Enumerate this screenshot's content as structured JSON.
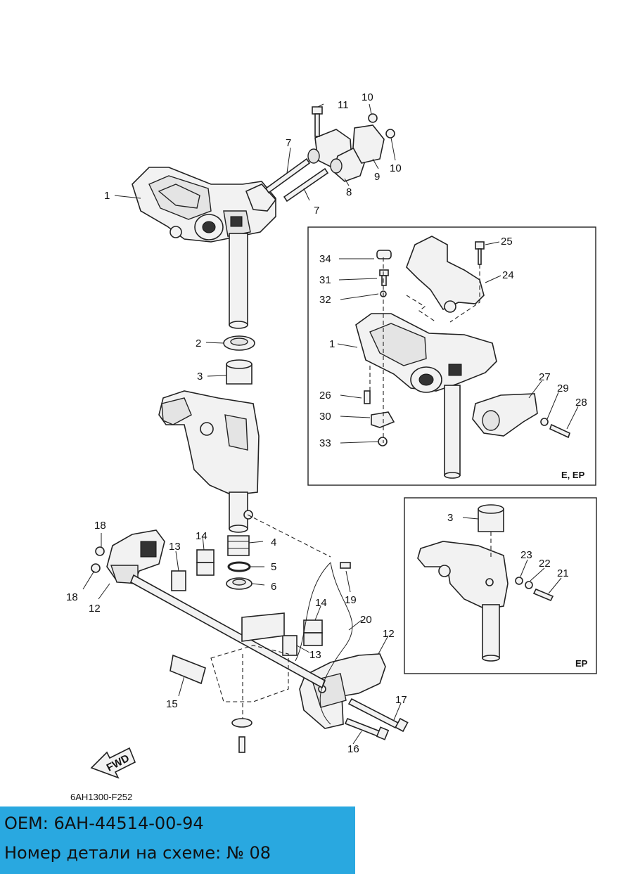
{
  "callouts": {
    "n1": "1",
    "n2": "2",
    "n3": "3",
    "n4": "4",
    "n5": "5",
    "n6": "6",
    "n7a": "7",
    "n7b": "7",
    "n8": "8",
    "n9": "9",
    "n10a": "10",
    "n10b": "10",
    "n11": "11",
    "n12a": "12",
    "n12b": "12",
    "n13a": "13",
    "n13b": "13",
    "n14a": "14",
    "n14b": "14",
    "n15": "15",
    "n16": "16",
    "n17": "17",
    "n18a": "18",
    "n18b": "18",
    "n19": "19",
    "n20": "20"
  },
  "inset_e": {
    "tag": "E, EP",
    "callouts": {
      "n34": "34",
      "n31": "31",
      "n32": "32",
      "n1": "1",
      "n26": "26",
      "n30": "30",
      "n33": "33",
      "n25": "25",
      "n24": "24",
      "n27": "27",
      "n29": "29",
      "n28": "28"
    }
  },
  "inset_ep": {
    "tag": "EP",
    "callouts": {
      "n3": "3",
      "n23": "23",
      "n22": "22",
      "n21": "21"
    }
  },
  "fwd_label": "FWD",
  "figure_code": "6AH1300-F252",
  "banner": {
    "oem": "OEM: 6AH-44514-00-94",
    "ref": "Номер детали на схеме: № 08"
  },
  "colors": {
    "banner": "#29a8e0",
    "line": "#222222"
  }
}
